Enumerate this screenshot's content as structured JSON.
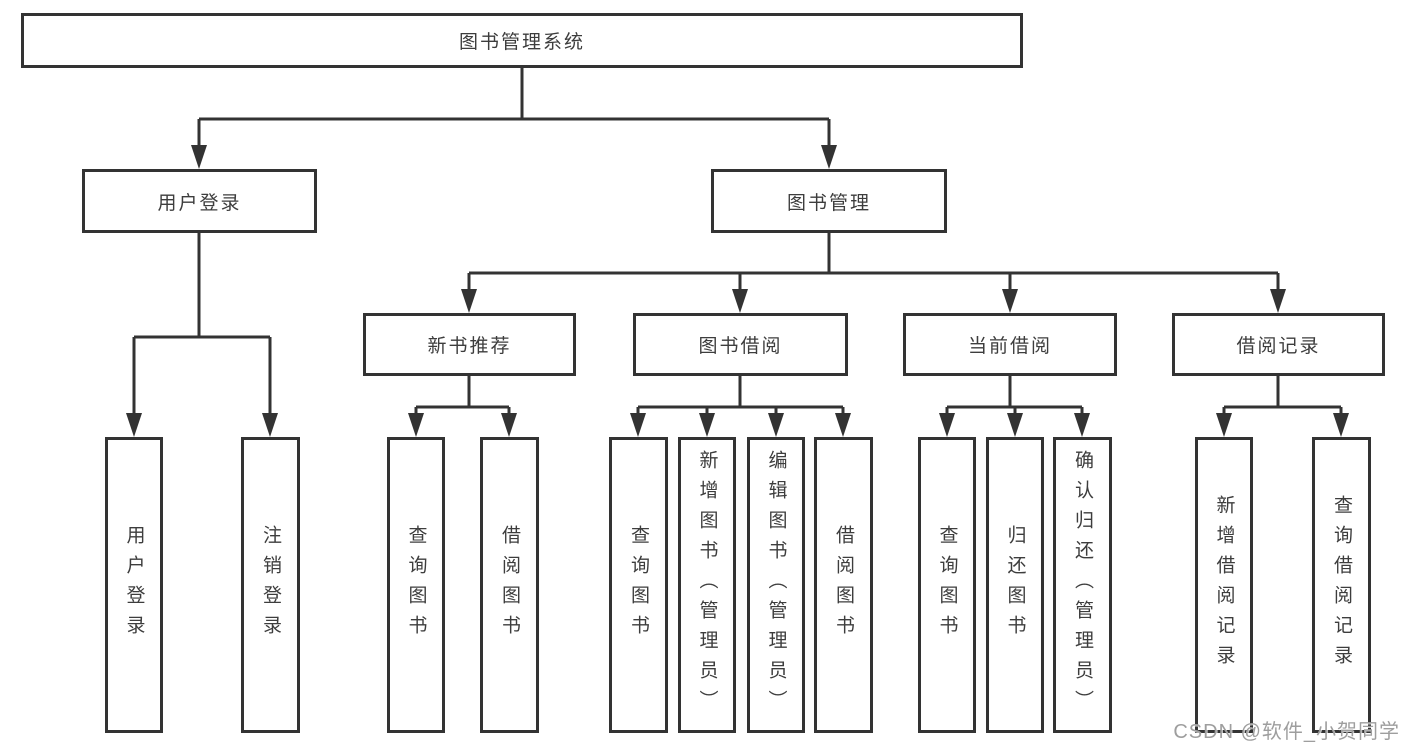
{
  "palette": {
    "background": "#ffffff",
    "line": "#333333",
    "box_border": "#333333",
    "text": "#3d3d3d",
    "watermark": "#9e9e9e"
  },
  "tree": {
    "root": "图书管理系统",
    "children": [
      {
        "label": "用户登录",
        "children": [
          {
            "label": "用户登录"
          },
          {
            "label": "注销登录"
          }
        ]
      },
      {
        "label": "图书管理",
        "children": [
          {
            "label": "新书推荐",
            "children": [
              {
                "label": "查询图书"
              },
              {
                "label": "借阅图书"
              }
            ]
          },
          {
            "label": "图书借阅",
            "children": [
              {
                "label": "查询图书"
              },
              {
                "label": "新增图书（管理员）"
              },
              {
                "label": "编辑图书（管理员）"
              },
              {
                "label": "借阅图书"
              }
            ]
          },
          {
            "label": "当前借阅",
            "children": [
              {
                "label": "查询图书"
              },
              {
                "label": "归还图书"
              },
              {
                "label": "确认归还（管理员）"
              }
            ]
          },
          {
            "label": "借阅记录",
            "children": [
              {
                "label": "新增借阅记录"
              },
              {
                "label": "查询借阅记录"
              }
            ]
          }
        ]
      }
    ]
  },
  "watermark": "CSDN @软件_小贺同学"
}
